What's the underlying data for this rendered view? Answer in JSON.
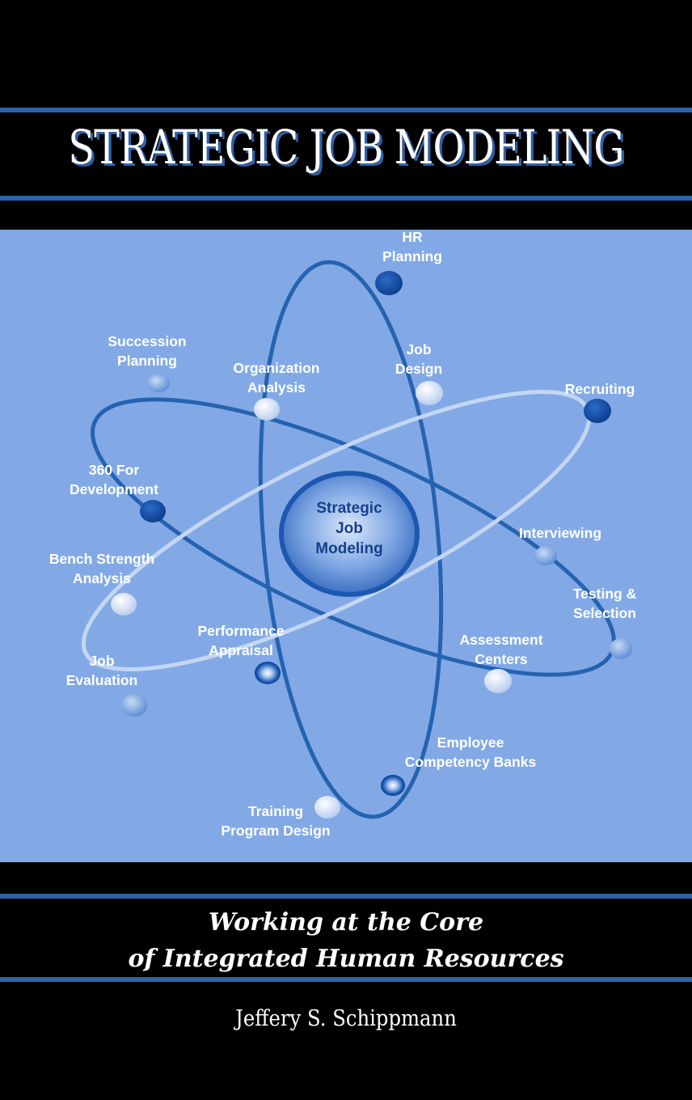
{
  "cover": {
    "title": "STRATEGIC JOB MODELING",
    "subtitle_line1": "Working at the Core",
    "subtitle_line2": "of Integrated Human Resources",
    "author": "Jeffery S. Schippmann"
  },
  "diagram": {
    "center_line1": "Strategic",
    "center_line2": "Job",
    "center_line3": "Modeling",
    "labels": {
      "hr_planning": [
        "HR",
        "Planning"
      ],
      "succession_planning": [
        "Succession",
        "Planning"
      ],
      "organization_analysis": [
        "Organization",
        "Analysis"
      ],
      "job_design": [
        "Job",
        "Design"
      ],
      "recruiting": [
        "Recruiting"
      ],
      "development_360": [
        "360 For",
        "Development"
      ],
      "interviewing": [
        "Interviewing"
      ],
      "bench_strength": [
        "Bench Strength",
        "Analysis"
      ],
      "testing_selection": [
        "Testing &",
        "Selection"
      ],
      "performance_appraisal": [
        "Performance",
        "Appraisal"
      ],
      "assessment_centers": [
        "Assessment",
        "Centers"
      ],
      "job_evaluation": [
        "Job",
        "Evaluation"
      ],
      "employee_competency": [
        "Employee",
        "Competency Banks"
      ],
      "training_program": [
        "Training",
        "Program Design"
      ]
    }
  },
  "colors": {
    "background": "#000000",
    "stripe": "#2f62a8",
    "panel": "#82a9e6",
    "orbit_dark": "#2563b0",
    "orbit_light": "#c4d6f2",
    "node_dark": "#0d47a1"
  }
}
